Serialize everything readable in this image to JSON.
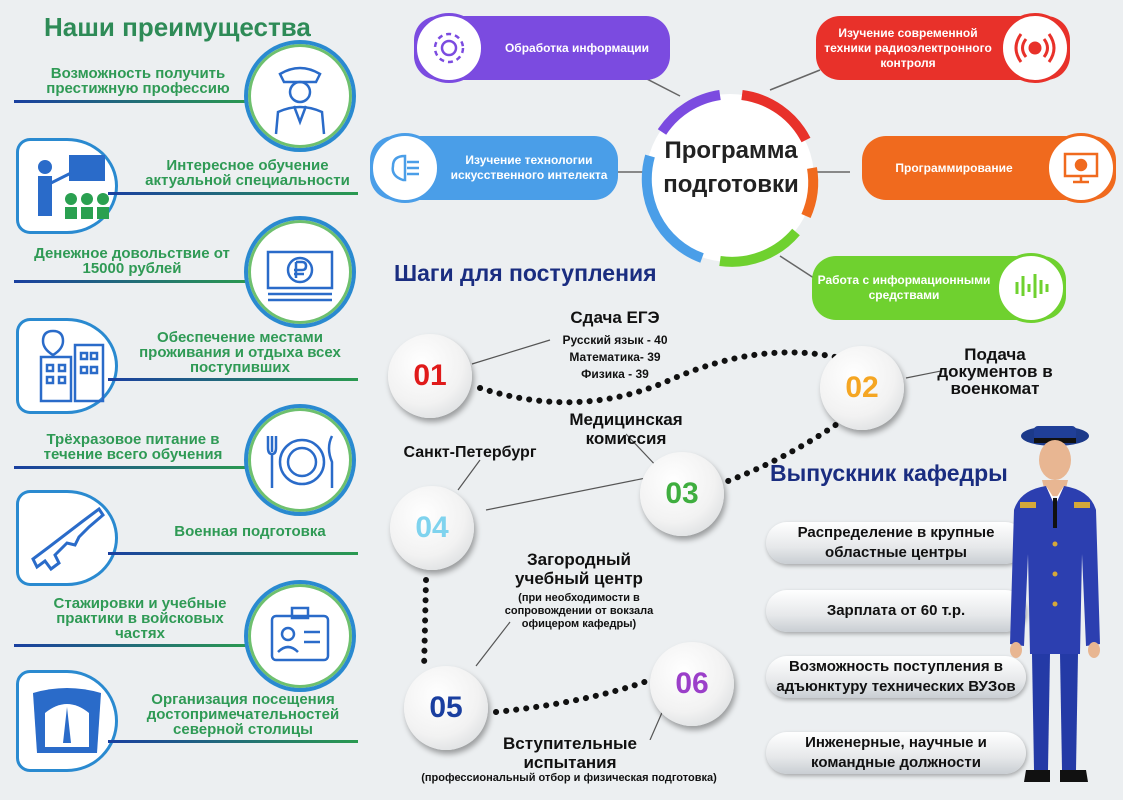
{
  "advantages": {
    "title": "Наши преимущества",
    "items": [
      {
        "text": "Возможность получить престижную профессию",
        "icon": "officer-icon"
      },
      {
        "text": "Интересное обучение актуальной специальности",
        "icon": "presentation-icon"
      },
      {
        "text": "Денежное довольствие от 15000 рублей",
        "icon": "ruble-money-icon"
      },
      {
        "text": "Обеспечение местами проживания и отдыха всех поступивших",
        "icon": "building-icon"
      },
      {
        "text": "Трёхразовое питание в течение всего обучения",
        "icon": "plate-cutlery-icon"
      },
      {
        "text": "Военная подготовка",
        "icon": "rifle-icon"
      },
      {
        "text": "Стажировки и учебные практики в войсковых частях",
        "icon": "id-badge-icon"
      },
      {
        "text": "Организация посещения достопримечательностей северной столицы",
        "icon": "bridge-icon"
      }
    ]
  },
  "program": {
    "title_line1": "Программа",
    "title_line2": "подготовки",
    "items": [
      {
        "text": "Обработка информации",
        "color": "#7b4be0",
        "icon": "gear-processing-icon"
      },
      {
        "text": "Изучение современной техники радиоэлектронного контроля",
        "color": "#e8312a",
        "icon": "radio-signal-icon"
      },
      {
        "text": "Изучение технологии искусственного интелекта",
        "color": "#4a9ee8",
        "icon": "brain-circuit-icon"
      },
      {
        "text": "Программирование",
        "color": "#f06a1e",
        "icon": "monitor-gear-icon"
      },
      {
        "text": "Работа с информационными средствами",
        "color": "#6fd12f",
        "icon": "signal-bars-icon"
      }
    ]
  },
  "steps": {
    "title": "Шаги для поступления",
    "s01": {
      "num": "01",
      "color": "#e01b1b",
      "head": "Сдача ЕГЭ",
      "lines": [
        "Русский язык - 40",
        "Математика- 39",
        "Физика - 39"
      ]
    },
    "s02": {
      "num": "02",
      "color": "#f5a623",
      "head": "Подача документов в военкомат"
    },
    "s03": {
      "num": "03",
      "color": "#3fae3f",
      "head": "Медицинская комиссия"
    },
    "s04": {
      "num": "04",
      "color": "#7fd3ee",
      "head": "Санкт-Петербург"
    },
    "s05": {
      "num": "05",
      "color": "#1a3fa0",
      "head": "Загородный учебный центр",
      "note": "(при необходимости в сопровождении от вокзала офицером кафедры)"
    },
    "s06": {
      "num": "06",
      "color": "#9b3fc9",
      "head": "Вступительные испытания",
      "note": "(профессиональный отбор и физическая подготовка)"
    }
  },
  "graduate": {
    "title": "Выпускник кафедры",
    "items": [
      "Распределение в крупные областные центры",
      "Зарплата  от 60 т.р.",
      "Возможность поступления в адъюнктуру технических ВУЗов",
      "Инженерные, научные и командные должности"
    ]
  }
}
